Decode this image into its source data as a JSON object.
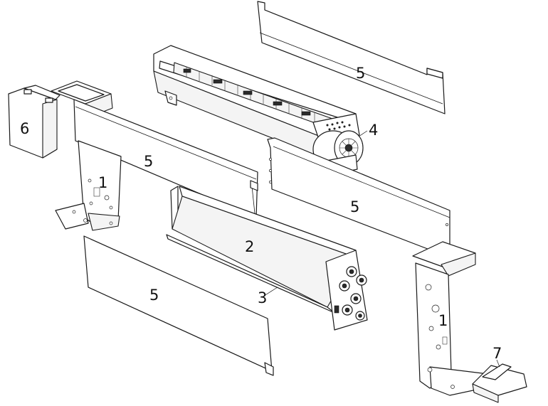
{
  "callouts": {
    "c1_left": "1",
    "c1_right": "1",
    "c2": "2",
    "c3": "3",
    "c4": "4",
    "c5_top": "5",
    "c5_upper_left": "5",
    "c5_middle": "5",
    "c5_lower_left": "5",
    "c6": "6",
    "c7": "7"
  },
  "colors": {
    "line": "#1a1a1a",
    "background": "#ffffff",
    "dark_detail": "#2a2a2a"
  }
}
